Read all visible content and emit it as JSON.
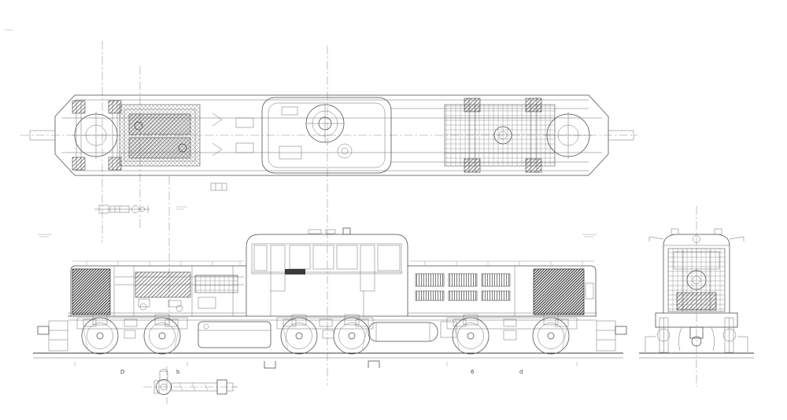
{
  "page": {
    "background_color": "#ffffff",
    "ink_color": "#444444"
  },
  "drawing": {
    "kind": "technical-line-drawing",
    "subject": "diesel-locomotive-general-arrangement",
    "views": {
      "plan": {
        "name": "plan-view-top"
      },
      "side": {
        "name": "side-elevation"
      },
      "end": {
        "name": "end-elevation"
      },
      "coupler_detail": {
        "name": "coupler-assembly-detail"
      },
      "valve_detail": {
        "name": "small-fitting-detail"
      }
    },
    "marks": {
      "m1": "D",
      "m2": "b",
      "m3": "6",
      "m4": "d"
    }
  }
}
